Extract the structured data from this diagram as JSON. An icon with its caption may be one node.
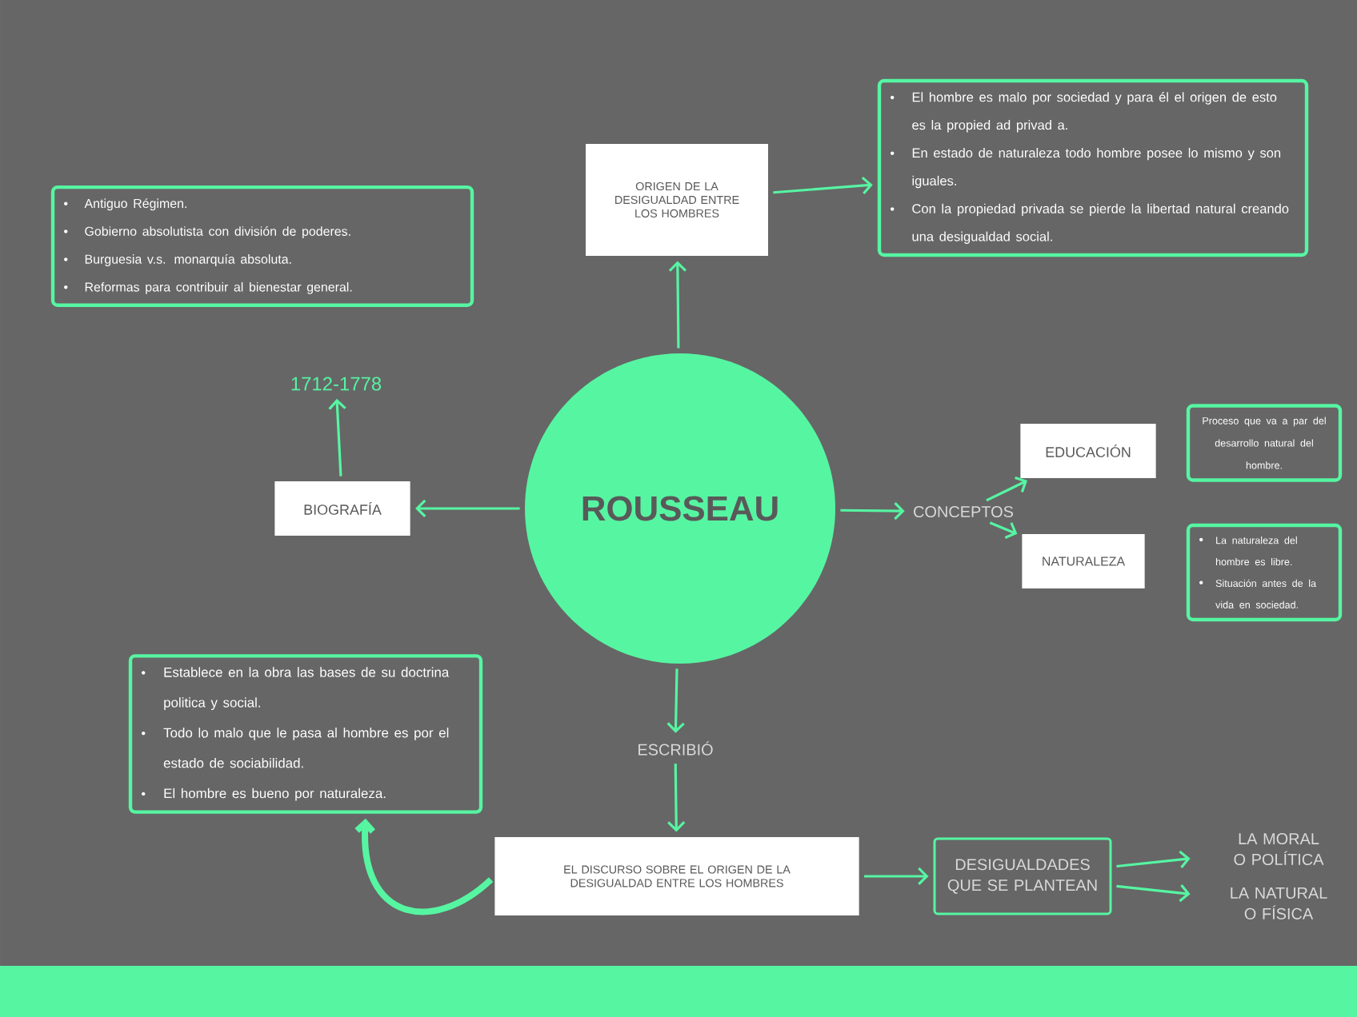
{
  "diagram": {
    "nodes": [
      {
        "text": [
          "ROUSSEAU"
        ]
      },
      {
        "text": [
          "ORIGEN DE LA DESIGUALDAD ENTRE LOS HOMBRES"
        ]
      },
      {
        "text": [
          "El hombre es  malo por sociedad y para él el origen de esto es la propied ad privad a.",
          "En estado de naturaleza todo hombre posee lo mismo y son iguales.",
          "Con la propiedad privada se pierde la libertad natural creando una desigualdad social."
        ]
      },
      {
        "text": [
          "Antiguo Régimen.",
          "Gobierno absolutista con división de poderes.",
          "Burguesia v.s. monarquía absoluta.",
          "Reformas para contribuir al bienestar general."
        ]
      },
      {
        "text": [
          "1712-1778"
        ]
      },
      {
        "text": [
          "BIOGRAFÍA"
        ]
      },
      {
        "text": [
          "CONCEPTOS"
        ]
      },
      {
        "text": [
          "EDUCACIÓN"
        ]
      },
      {
        "text": [
          "Proceso que va a par del desarrollo natural del hombre."
        ]
      },
      {
        "text": [
          "NATURALEZA"
        ]
      },
      {
        "text": [
          "La naturaleza del hombre es libre.",
          "Situación antes de la vida en sociedad."
        ]
      },
      {
        "text": [
          "ESCRIBIÓ"
        ]
      },
      {
        "text": [
          "EL DISCURSO SOBRE EL ORIGEN DE LA DESIGUALDAD ENTRE LOS HOMBRES"
        ]
      },
      {
        "text": [
          "Establece en la obra las bases de su doctrina politica y social.",
          "Todo lo malo que le pasa al hombre es por el estado de sociabilidad.",
          "El hombre es bueno por naturaleza."
        ]
      },
      {
        "text": [
          "DESIGUALDADES QUE SE PLANTEAN"
        ]
      },
      {
        "text": [
          "LA MORAL O POLÍTICA"
        ]
      },
      {
        "text": [
          "LA NATURAL O FÍSICA"
        ]
      }
    ],
    "edges": [
      {
        "from": 0,
        "to": 1,
        "arrow": "to"
      },
      {
        "from": 1,
        "to": 2,
        "arrow": "to"
      },
      {
        "from": 0,
        "to": 5,
        "arrow": "to"
      },
      {
        "from": 5,
        "to": 4,
        "arrow": "to"
      },
      {
        "from": 0,
        "to": 6,
        "arrow": "to"
      },
      {
        "from": 6,
        "to": 7,
        "arrow": "to"
      },
      {
        "from": 6,
        "to": 9,
        "arrow": "to"
      },
      {
        "from": 0,
        "to": 11,
        "arrow": "to"
      },
      {
        "from": 11,
        "to": 12,
        "arrow": "to"
      },
      {
        "from": 12,
        "to": 13,
        "arrow": "to",
        "style": "thick"
      },
      {
        "from": 12,
        "to": 14,
        "arrow": "to"
      },
      {
        "from": 14,
        "to": 15,
        "arrow": "to"
      },
      {
        "from": 14,
        "to": 16,
        "arrow": "to"
      }
    ]
  }
}
